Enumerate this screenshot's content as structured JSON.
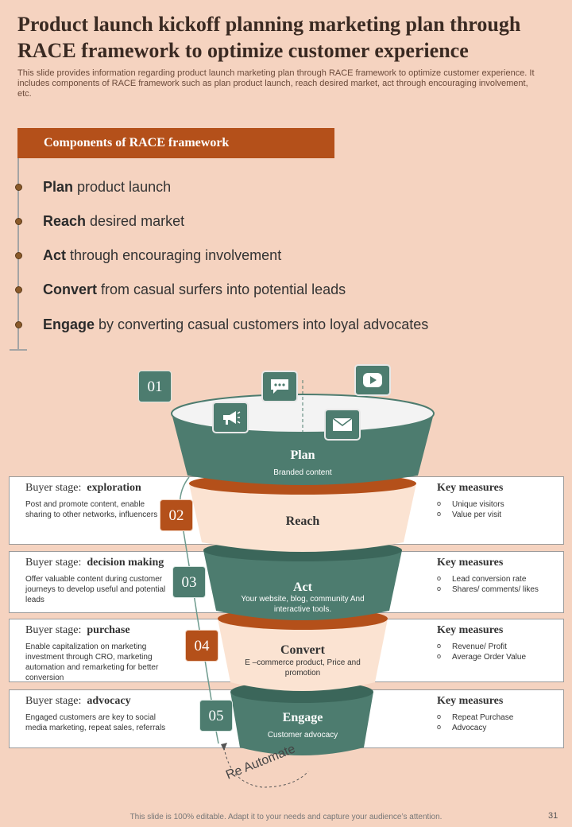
{
  "title": "Product launch kickoff planning marketing plan through RACE framework to optimize customer experience",
  "subtitle": "This slide provides information regarding product launch marketing plan through RACE framework to optimize customer experience. It includes components of RACE framework such as plan product launch, reach desired market, act through encouraging involvement, etc.",
  "components": {
    "header": "Components of RACE framework",
    "items": [
      {
        "bold": "Plan",
        "rest": " product launch"
      },
      {
        "bold": "Reach",
        "rest": " desired market"
      },
      {
        "bold": "Act",
        "rest": " through encouraging involvement"
      },
      {
        "bold": "Convert",
        "rest": " from casual surfers into potential leads"
      },
      {
        "bold": "Engage",
        "rest": " by converting casual customers into loyal advocates"
      }
    ]
  },
  "stages": [
    {
      "prefix": "Buyer stage:",
      "name": "exploration",
      "desc": "Post and promote content, enable sharing to other networks, influencers",
      "km_title": "Key measures",
      "measures": [
        "Unique visitors",
        "Value per visit"
      ]
    },
    {
      "prefix": "Buyer stage:",
      "name": "decision making",
      "desc": "Offer valuable content during customer journeys to develop useful and potential leads",
      "km_title": "Key measures",
      "measures": [
        "Lead conversion rate",
        "Shares/ comments/ likes"
      ]
    },
    {
      "prefix": "Buyer stage:",
      "name": "purchase",
      "desc": "Enable capitalization on marketing investment through CRO, marketing automation and remarketing for better conversion",
      "km_title": "Key measures",
      "measures": [
        "Revenue/ Profit",
        "Average Order Value"
      ]
    },
    {
      "prefix": "Buyer stage:",
      "name": "advocacy",
      "desc": "Engaged customers are key to social media marketing, repeat sales, referrals",
      "km_title": "Key measures",
      "measures": [
        "Repeat Purchase",
        "Advocacy"
      ]
    }
  ],
  "funnel": {
    "numbers": [
      "01",
      "02",
      "03",
      "04",
      "05"
    ],
    "segments": [
      {
        "label": "Plan",
        "sub": "Branded content"
      },
      {
        "label": "Reach",
        "sub": ""
      },
      {
        "label": "Act",
        "sub": "Your website, blog, community And interactive tools."
      },
      {
        "label": "Convert",
        "sub": "E –commerce product, Price and promotion"
      },
      {
        "label": "Engage",
        "sub": "Customer advocacy"
      }
    ],
    "loop_label": "Re Automate",
    "icons": [
      "megaphone-icon",
      "chat-icon",
      "youtube-icon",
      "email-icon"
    ]
  },
  "colors": {
    "background": "#f5d3c0",
    "accent_orange": "#b4501a",
    "accent_green": "#4d7c6f",
    "light_peach": "#fbe3d2"
  },
  "footer": "This slide is 100% editable. Adapt it to your needs and capture your audience’s attention.",
  "page_number": "31"
}
